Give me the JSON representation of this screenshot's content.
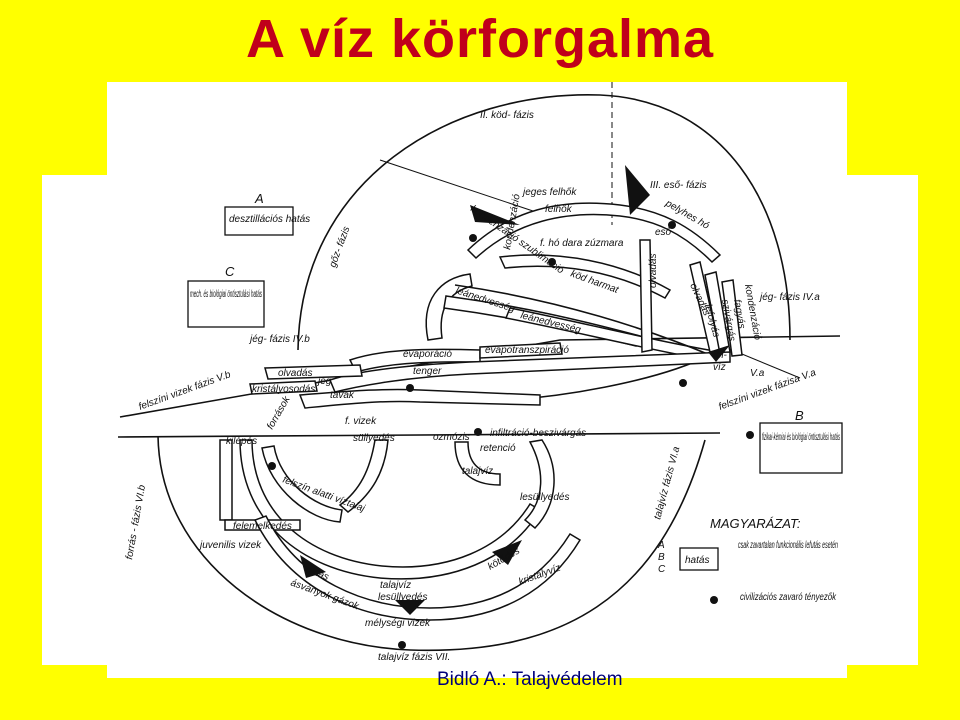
{
  "title": "A víz körforgalma",
  "footer": "Bidló A.: Talajvédelem",
  "colors": {
    "background": "#ffff00",
    "title": "#c0001b",
    "footer": "#00007a",
    "panel": "#ffffff"
  },
  "diagram": {
    "phases": {
      "kod_fazis": "II. köd- fázis",
      "eso_fazis": "III. eső- fázis",
      "jeg_fazis_4a": "jég- fázis IV.a",
      "jeg_fazis_4b": "jég- fázis IV.b",
      "gozfazis": "gőz- fázis",
      "felszini_vizek_5b": "felszíni vizek fázis V.b",
      "felszini_vizek_5a": "felszíni vizek fázisa V.a",
      "forras_fazis": "forrás - fázis VI.b",
      "talajviz_fazis_6a": "talajvíz fázis VI.a",
      "talajviz_fazis_7": "talajvíz fázis VII."
    },
    "effects": {
      "A": {
        "letter": "A",
        "text": "desztillációs hatás"
      },
      "B": {
        "letter": "B",
        "text": "fizikai-kémiai és biológiai öntisztulási hatás"
      },
      "C": {
        "letter": "C",
        "text": "mech. és biológiai öntisztulási hatás"
      }
    },
    "labels": {
      "jeges_felhok": "jeges felhők",
      "felhok": "felhők",
      "kondenzacio_szublimacio": "kondenzáció szublimáció",
      "kondenzacio": "kondenzáció",
      "ho_dara_zuzmara": "f. hó dara zúzmara",
      "kod_harmat": "köd harmat",
      "pelyhes_ho": "pelyhes hó",
      "eso": "eső",
      "olvadas_top": "olvadás",
      "lefolyas": "lefolyás",
      "szivargas": "szivárgás",
      "olvadas_right": "olvadás",
      "kondenzacio_right": "kondenzáció",
      "fagyas": "fagyás",
      "lenedvesseg_1": "leánedvesség",
      "lenedvesseg_2": "leánedvesség",
      "evaporacio": "evaporáció",
      "evapotranszpiracio": "evapotranszpiráció",
      "tenger": "tenger",
      "olvadas_left": "olvadás",
      "kristalyosodas": "kristályosodás",
      "jeg": "jég",
      "tavak": "tavak",
      "forrasok": "források",
      "f_vizek": "f. vizek",
      "kilepes": "kilépés",
      "sullyedes": "süllyedés",
      "ozmozis": "ozmózis",
      "infiltracio": "infiltráció-beszivárgás",
      "retencio": "retenció",
      "talajviz": "talajvíz",
      "lesullyedes": "lesüllyedés",
      "felszin_alatti": "felszín alatti víztalaj",
      "felemelkedes": "felemelkedés",
      "juvenilis": "juvenilis vizek",
      "oldas": "oldás",
      "asvanyok": "ásványok gázok",
      "talajviz_lesullyedes_1": "talajvíz",
      "talajviz_lesullyedes_2": "lesüllyedés",
      "kotodes": "kötődés",
      "kristalyviz": "kristályvíz",
      "melysegi": "mélységi vizek",
      "fel": "fel-",
      "viz": "víz",
      "v_a": "V.a"
    },
    "legend": {
      "title": "MAGYARÁZAT:",
      "abc": [
        "A",
        "B",
        "C"
      ],
      "hatas": "hatás",
      "hatas_desc": "csak zavartalan funkcionális lefutás esetén",
      "dot_desc": "civilizációs zavaró tényezők"
    }
  }
}
